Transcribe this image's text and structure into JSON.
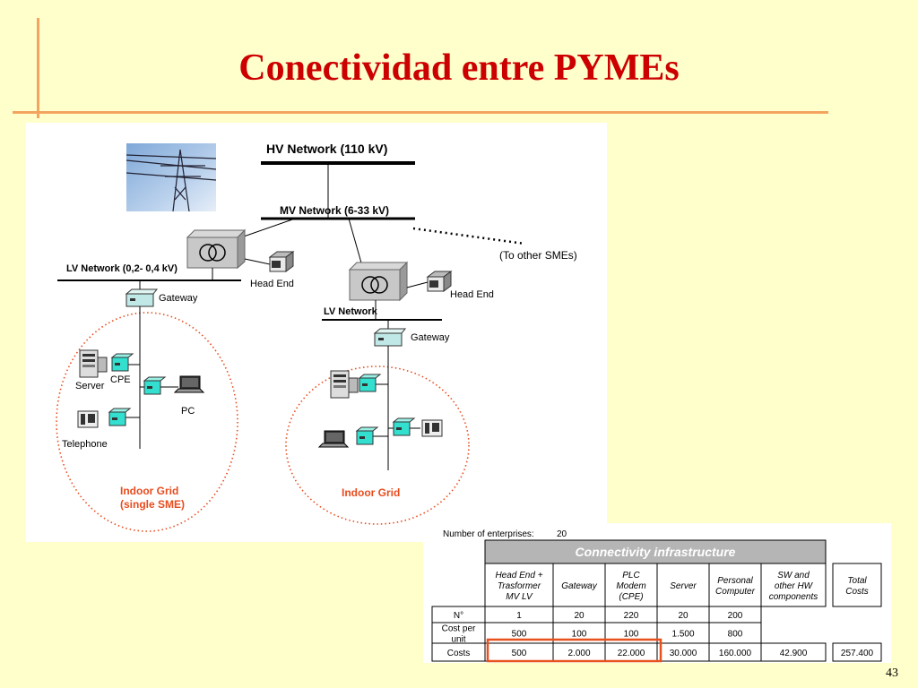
{
  "slide": {
    "title": "Conectividad entre PYMEs",
    "page_number": "43"
  },
  "diagram": {
    "hv_network": "HV Network  (110 kV)",
    "mv_network": "MV Network (6-33 kV)",
    "lv_network_left": "LV Network (0,2- 0,4 kV)",
    "lv_network_right": "LV Network",
    "other_smes": "(To other SMEs)",
    "head_end": "Head End",
    "gateway": "Gateway",
    "server": "Server",
    "cpe": "CPE",
    "pc": "PC",
    "telephone": "Telephone",
    "indoor_grid_single_line1": "Indoor Grid",
    "indoor_grid_single_line2": "(single SME)",
    "indoor_grid": "Indoor Grid"
  },
  "table": {
    "number_of_enterprises_label": "Number of enterprises:",
    "number_of_enterprises_value": "20",
    "header_title": "Connectivity infrastructure",
    "columns": [
      [
        "Head End +",
        "Trasformer",
        "MV LV"
      ],
      [
        "Gateway"
      ],
      [
        "PLC",
        "Modem",
        "(CPE)"
      ],
      [
        "Server"
      ],
      [
        "Personal",
        "Computer"
      ],
      [
        "SW and",
        "other HW",
        "components"
      ]
    ],
    "total_column": [
      "Total",
      "Costs"
    ],
    "rows": [
      {
        "label": [
          "N°"
        ],
        "values": [
          "1",
          "20",
          "220",
          "20",
          "200",
          ""
        ],
        "total": ""
      },
      {
        "label": [
          "Cost per",
          "unit"
        ],
        "values": [
          "500",
          "100",
          "100",
          "1.500",
          "800",
          ""
        ],
        "total": ""
      },
      {
        "label": [
          "Costs"
        ],
        "values": [
          "500",
          "2.000",
          "22.000",
          "30.000",
          "160.000",
          "42.900"
        ],
        "total": "257.400"
      }
    ]
  },
  "colors": {
    "background": "#ffffcc",
    "accent": "#f4a45e",
    "title": "#cc0000",
    "device_teal": "#33e0d0",
    "grid_red": "#e84c1e",
    "header_gray": "#b5b5b5",
    "highlight": "#e8501e"
  }
}
